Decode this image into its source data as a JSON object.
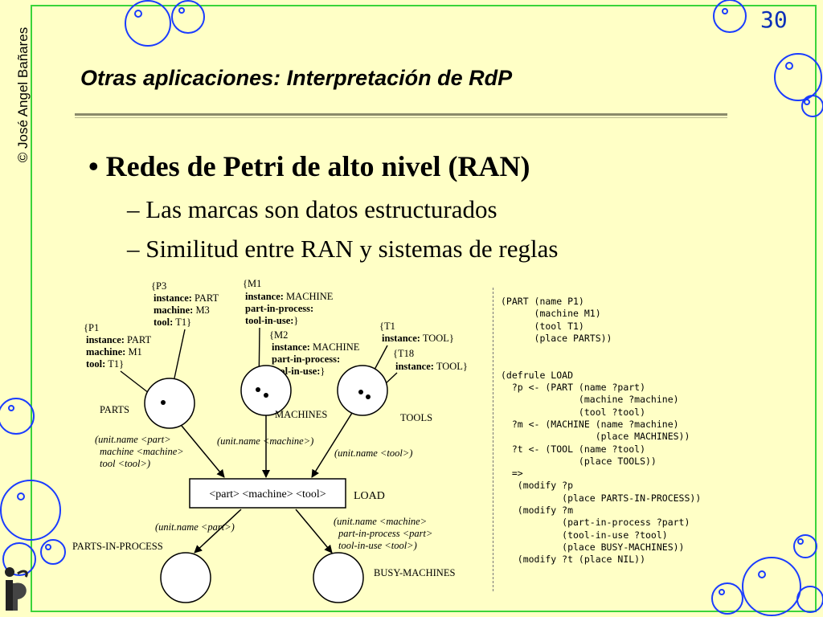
{
  "page_number": "30",
  "author": "© José Angel Bañares",
  "title": "Otras aplicaciones: Interpretación de RdP",
  "bullet": "• Redes de Petri de alto nivel (RAN)",
  "subbullets": [
    "– Las marcas  son datos estructurados",
    "– Similitud entre RAN y sistemas de reglas"
  ],
  "diagram": {
    "p3_token": {
      "open": "{P3",
      "l1_key": "instance:",
      "l1_val": " PART",
      "l2_key": "machine:",
      "l2_val": " M3",
      "l3_key": "tool:",
      "l3_val": " T1}"
    },
    "p1_token": {
      "open": "{P1",
      "l1_key": "instance:",
      "l1_val": " PART",
      "l2_key": "machine:",
      "l2_val": " M1",
      "l3_key": "tool:",
      "l3_val": " T1}"
    },
    "m1_token": {
      "open": "{M1",
      "l1_key": "instance:",
      "l1_val": " MACHINE",
      "l2_key": "part-in-process:",
      "l3_key": "tool-in-use:",
      "l3_val": "}"
    },
    "m2_token": {
      "open": "{M2",
      "l1_key": "instance:",
      "l1_val": " MACHINE",
      "l2_key": "part-in-process:",
      "l3_key": "tool-in-use:",
      "l3_val": "}"
    },
    "t1_token": {
      "open": "{T1",
      "l1_key": "instance:",
      "l1_val": " TOOL}"
    },
    "t18_token": {
      "open": "{T18",
      "l1_key": "instance:",
      "l1_val": " TOOL}"
    },
    "place_parts": "PARTS",
    "place_machines": "MACHINES",
    "place_tools": "TOOLS",
    "place_parts_in_process": "PARTS-IN-PROCESS",
    "place_busy_machines": "BUSY-MACHINES",
    "transition": "<part> <machine> <tool>",
    "transition_name": "LOAD",
    "arc_parts": [
      "(unit.name <part>",
      "machine <machine>",
      "tool <tool>)"
    ],
    "arc_machines": "(unit.name <machine>)",
    "arc_tools": "(unit.name <tool>)",
    "arc_out_part": "(unit.name <part>)",
    "arc_out_machine": [
      "(unit.name <machine>",
      "part-in-process  <part>",
      "tool-in-use <tool>)"
    ]
  },
  "code": "(PART (name P1)\n      (machine M1)\n      (tool T1)\n      (place PARTS))\n\n\n(defrule LOAD\n  ?p <- (PART (name ?part)\n              (machine ?machine)\n              (tool ?tool)\n  ?m <- (MACHINE (name ?machine)\n                 (place MACHINES))\n  ?t <- (TOOL (name ?tool)\n              (place TOOLS))\n  =>\n   (modify ?p\n           (place PARTS-IN-PROCESS))\n   (modify ?m\n           (part-in-process ?part)\n           (tool-in-use ?tool)\n           (place BUSY-MACHINES))\n   (modify ?t (place NIL))",
  "colors": {
    "background": "#ffffc6",
    "frame": "#3ad43a",
    "bubbles": "#1a3cff",
    "page_number": "#0b2fb8"
  }
}
